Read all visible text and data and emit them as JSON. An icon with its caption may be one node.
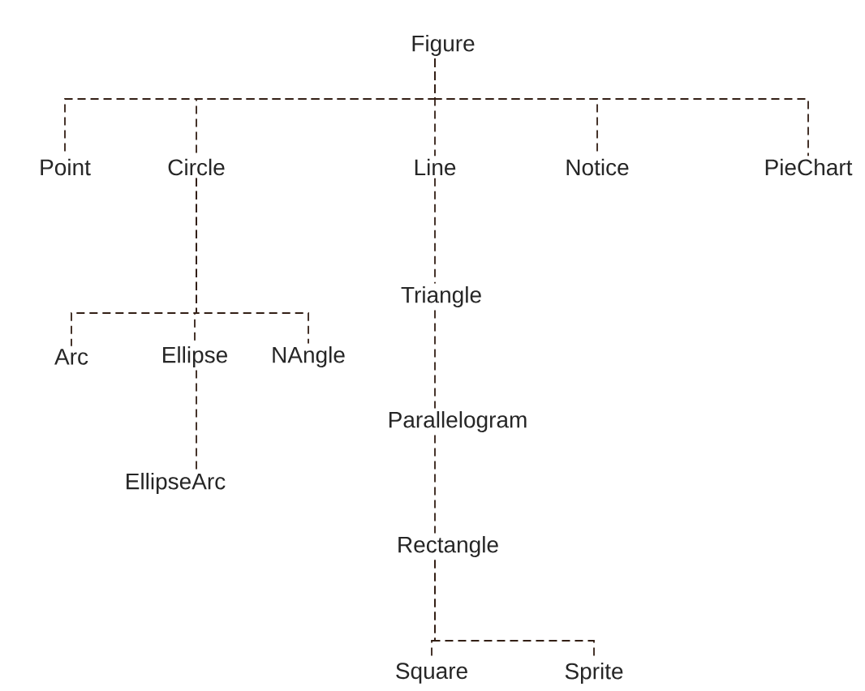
{
  "diagram": {
    "nodes": [
      {
        "text": [
          "Figure"
        ]
      },
      {
        "text": [
          "Point"
        ]
      },
      {
        "text": [
          "Circle"
        ]
      },
      {
        "text": [
          "Line"
        ]
      },
      {
        "text": [
          "Notice"
        ]
      },
      {
        "text": [
          "PieChart"
        ]
      },
      {
        "text": [
          "Triangle"
        ]
      },
      {
        "text": [
          "Arc"
        ]
      },
      {
        "text": [
          "Ellipse"
        ]
      },
      {
        "text": [
          "NAngle"
        ]
      },
      {
        "text": [
          "Parallelogram"
        ]
      },
      {
        "text": [
          "EllipseArc"
        ]
      },
      {
        "text": [
          "Rectangle"
        ]
      },
      {
        "text": [
          "Square"
        ]
      },
      {
        "text": [
          "Sprite"
        ]
      }
    ],
    "edges": [
      {
        "from": 0,
        "to": 1,
        "arrow": "none"
      },
      {
        "from": 0,
        "to": 2,
        "arrow": "none"
      },
      {
        "from": 0,
        "to": 3,
        "arrow": "none"
      },
      {
        "from": 0,
        "to": 4,
        "arrow": "none"
      },
      {
        "from": 0,
        "to": 5,
        "arrow": "none"
      },
      {
        "from": 2,
        "to": 7,
        "arrow": "none"
      },
      {
        "from": 2,
        "to": 8,
        "arrow": "none"
      },
      {
        "from": 2,
        "to": 9,
        "arrow": "none"
      },
      {
        "from": 8,
        "to": 11,
        "arrow": "none"
      },
      {
        "from": 3,
        "to": 6,
        "arrow": "none"
      },
      {
        "from": 6,
        "to": 10,
        "arrow": "none"
      },
      {
        "from": 10,
        "to": 12,
        "arrow": "none"
      },
      {
        "from": 12,
        "to": 13,
        "arrow": "none"
      },
      {
        "from": 12,
        "to": 14,
        "arrow": "none"
      }
    ]
  }
}
